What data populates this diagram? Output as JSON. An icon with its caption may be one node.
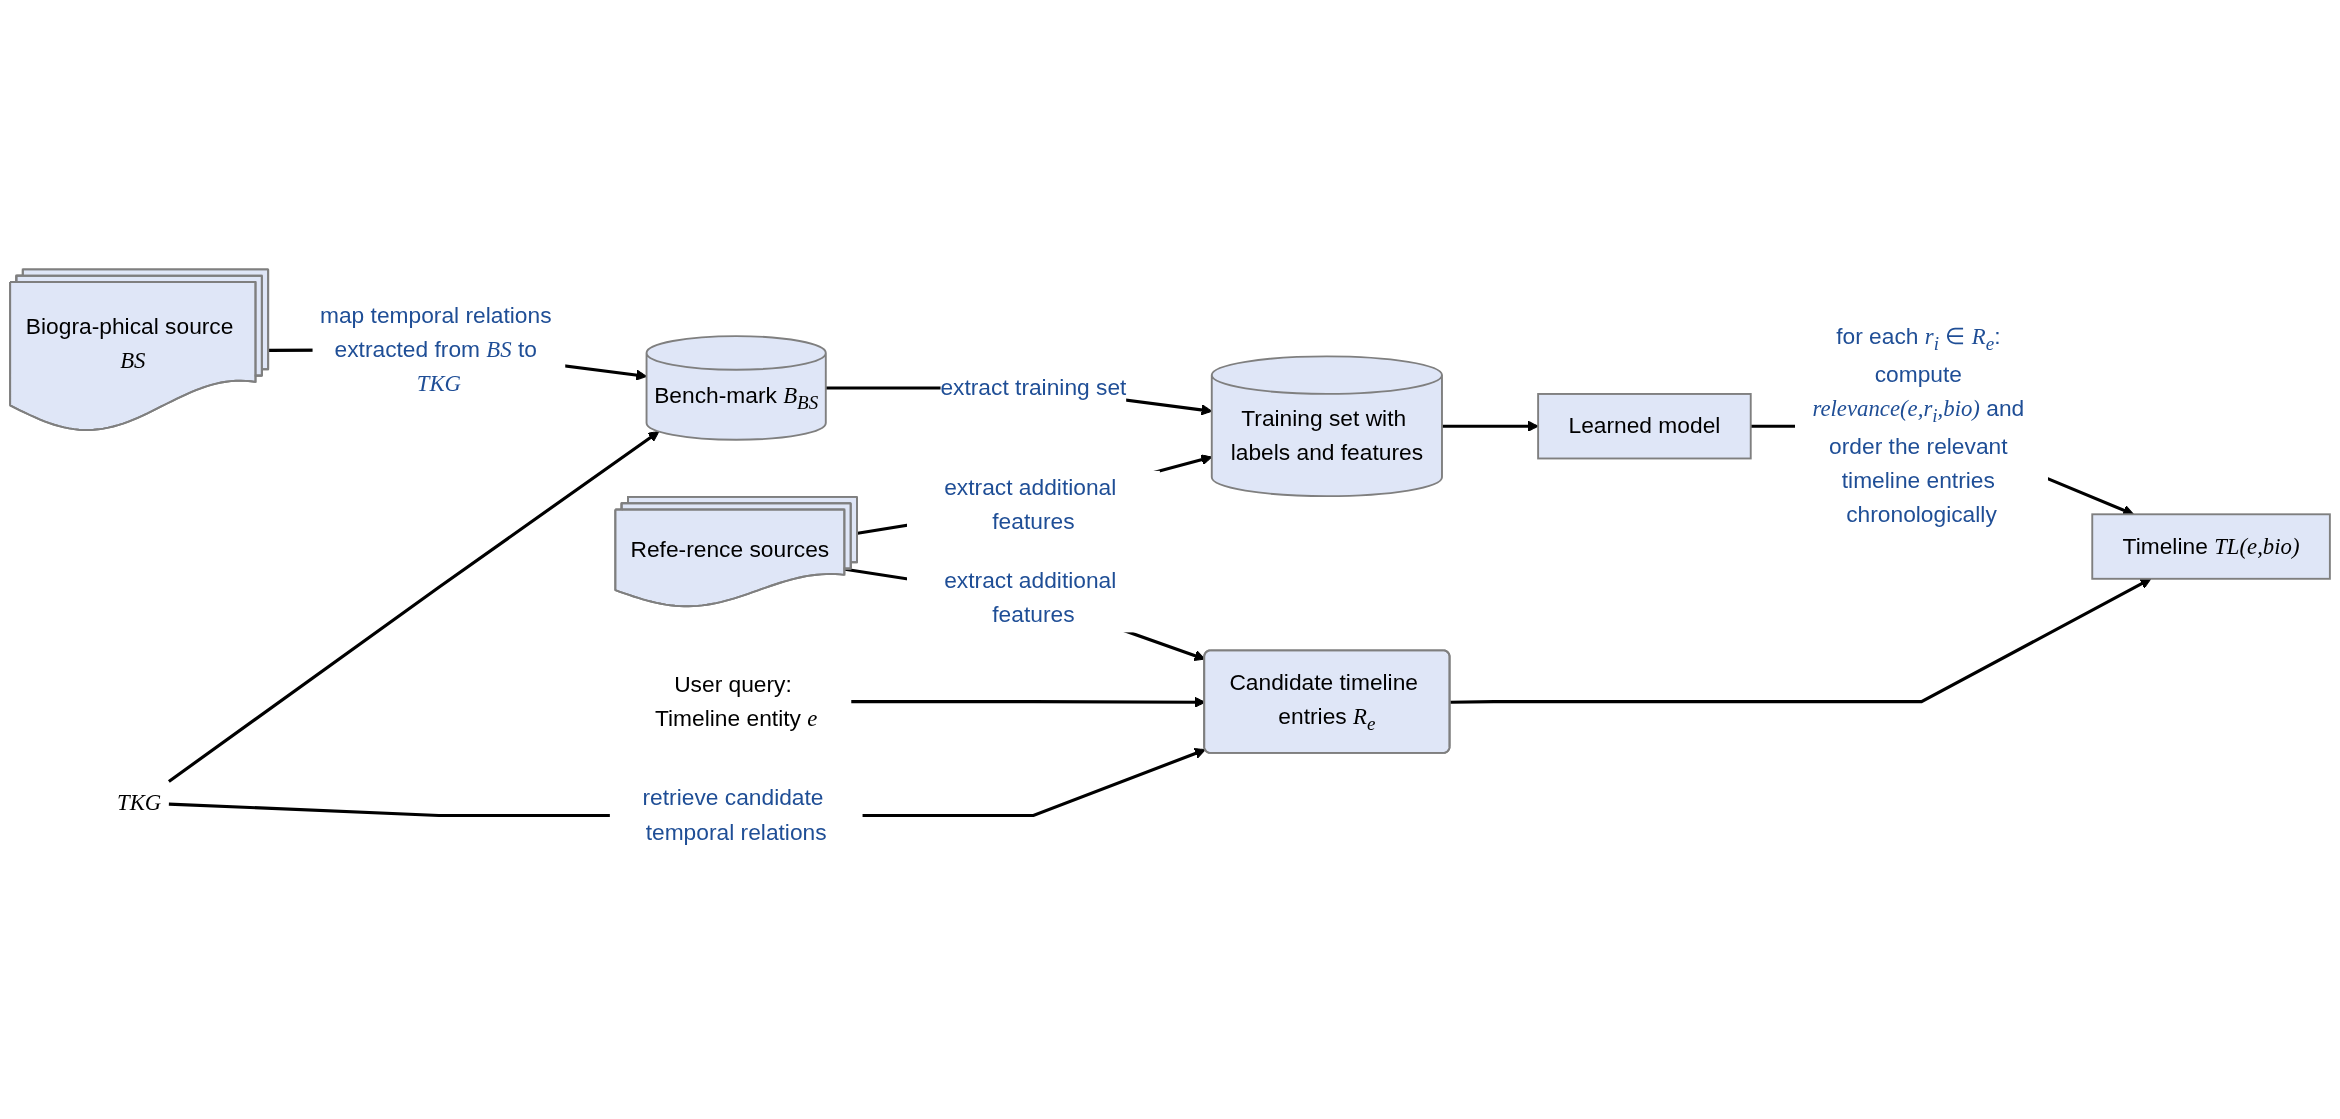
{
  "diagram": {
    "nodes": [
      {
        "text": [
          "Biogra-phical source *BS*"
        ]
      },
      {
        "text": [
          "Bench-mark *B*$_{BS}$"
        ]
      },
      {
        "text": [
          "TKG"
        ]
      },
      {
        "text": [
          "Training set with labels and features"
        ]
      },
      {
        "text": [
          "Learned model"
        ]
      },
      {
        "text": [
          "Refe-rence sources"
        ]
      },
      {
        "text": [
          "Candidate timeline entries *R*$_{e}$"
        ]
      },
      {
        "text": [
          "User query: Timeline entity *e*"
        ]
      },
      {
        "text": [
          "Timeline *TL(e,bio)*"
        ]
      }
    ],
    "edges": [
      {
        "from": 0,
        "to": 1,
        "arrow": "to",
        "label": "map temporal relations extracted from *BS* to *TKG*"
      },
      {
        "from": 2,
        "to": 1,
        "arrow": "to"
      },
      {
        "from": 1,
        "to": 3,
        "arrow": "to",
        "label": "extract training set"
      },
      {
        "from": 3,
        "to": 4,
        "arrow": "to"
      },
      {
        "from": 5,
        "to": 3,
        "arrow": "to",
        "label": "extract additional features"
      },
      {
        "from": 5,
        "to": 6,
        "arrow": "to",
        "label": "extract additional features"
      },
      {
        "from": 2,
        "to": 6,
        "arrow": "to",
        "label": "retrieve candidate temporal relations"
      },
      {
        "from": 7,
        "to": 6,
        "arrow": "to"
      },
      {
        "from": 6,
        "to": 8,
        "arrow": "to"
      },
      {
        "from": 4,
        "to": 8,
        "arrow": "to",
        "label": "for each *r*$_{i}$ ∈ *R*$_{e}$: compute *relevance(e,r*$_{i}$*,bio)* and order the relevant timeline entries chronologically"
      }
    ]
  }
}
